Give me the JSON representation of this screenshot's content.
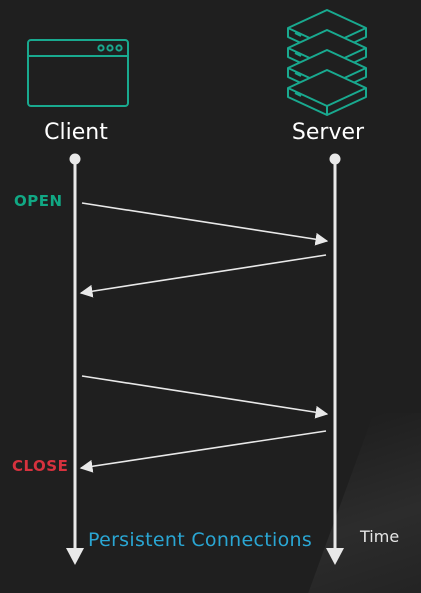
{
  "nodes": {
    "client_label": "Client",
    "server_label": "Server",
    "client_icon": "browser-window-icon",
    "server_icon": "server-stack-icon"
  },
  "states": {
    "open_label": "OPEN",
    "close_label": "CLOSE"
  },
  "footer": {
    "title": "Persistent Connections",
    "time_label": "Time"
  },
  "colors": {
    "background": "#1f1f1f",
    "icon_teal": "#19a98f",
    "open_green": "#11a884",
    "close_red": "#d7323e",
    "title_cyan": "#2aa6d3",
    "lines": "#e9e9e9"
  }
}
